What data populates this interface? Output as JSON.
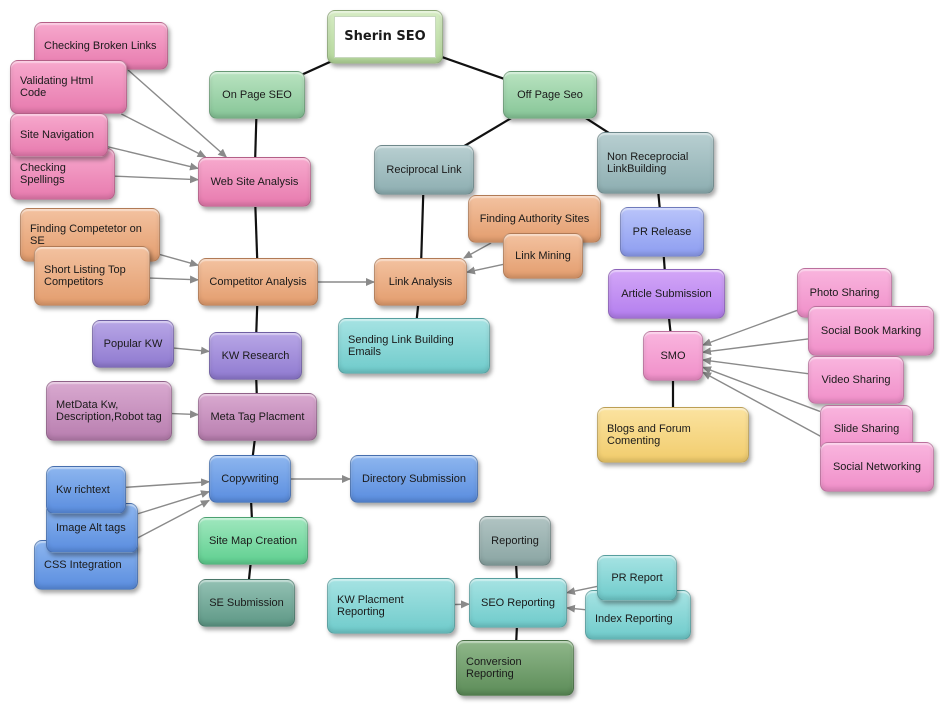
{
  "diagram": {
    "root": "Sherin SEO",
    "nodes": {
      "on_page_seo": "On Page SEO",
      "off_page_seo": "Off Page Seo",
      "checking_broken_links": "Checking Broken Links",
      "validating_html_code": "Validating Html Code",
      "site_navigation": "Site Navigation",
      "checking_spellings": "Checking Spellings",
      "web_site_analysis": "Web Site Analysis",
      "finding_competitor_on_se": "Finding Competetor on SE",
      "short_listing_top_competitors": "Short Listing Top Competitors",
      "competitor_analysis": "Competitor Analysis",
      "popular_kw": "Popular KW",
      "kw_research": "KW Research",
      "metadata_kw": "MetData Kw, Description,Robot tag",
      "meta_tag_placement": "Meta Tag Placment",
      "kw_richtext": "Kw richtext",
      "image_alt_tags": "Image Alt tags",
      "css_integration": "CSS Integration",
      "copywriting": "Copywriting",
      "directory_submission": "Directory Submission",
      "site_map_creation": "Site Map Creation",
      "se_submission": "SE Submission",
      "reciprocal_link": "Reciprocal Link",
      "finding_authority_sites": "Finding Authority Sites",
      "link_mining": "Link Mining",
      "link_analysis": "Link Analysis",
      "sending_link_building_emails": "Sending Link Building Emails",
      "non_reciprocal_linkbuilding": "Non Receprocial LinkBuilding",
      "pr_release": "PR Release",
      "article_submission": "Article Submission",
      "smo": "SMO",
      "blogs_forum": "Blogs and Forum Comenting",
      "photo_sharing": "Photo Sharing",
      "social_book_marking": "Social Book Marking",
      "video_sharing": "Video Sharing",
      "slide_sharing": "Slide Sharing",
      "social_networking": "Social Networking",
      "reporting": "Reporting",
      "seo_reporting": "SEO Reporting",
      "kw_placement_reporting": "KW Placment Reporting",
      "pr_report": "PR Report",
      "index_reporting": "Index Reporting",
      "conversion_reporting": "Conversion Reporting"
    },
    "edges": [
      {
        "from": "root",
        "to": "on_page_seo",
        "arrow": false
      },
      {
        "from": "root",
        "to": "off_page_seo",
        "arrow": false
      },
      {
        "from": "on_page_seo",
        "to": "web_site_analysis",
        "arrow": false
      },
      {
        "from": "web_site_analysis",
        "to": "competitor_analysis",
        "arrow": false
      },
      {
        "from": "competitor_analysis",
        "to": "kw_research",
        "arrow": false
      },
      {
        "from": "kw_research",
        "to": "meta_tag_placement",
        "arrow": false
      },
      {
        "from": "meta_tag_placement",
        "to": "copywriting",
        "arrow": false
      },
      {
        "from": "copywriting",
        "to": "site_map_creation",
        "arrow": false
      },
      {
        "from": "site_map_creation",
        "to": "se_submission",
        "arrow": false
      },
      {
        "from": "checking_broken_links",
        "to": "web_site_analysis",
        "arrow": true
      },
      {
        "from": "validating_html_code",
        "to": "web_site_analysis",
        "arrow": true
      },
      {
        "from": "site_navigation",
        "to": "web_site_analysis",
        "arrow": true
      },
      {
        "from": "checking_spellings",
        "to": "web_site_analysis",
        "arrow": true
      },
      {
        "from": "finding_competitor_on_se",
        "to": "competitor_analysis",
        "arrow": true
      },
      {
        "from": "short_listing_top_competitors",
        "to": "competitor_analysis",
        "arrow": true
      },
      {
        "from": "competitor_analysis",
        "to": "link_analysis",
        "arrow": true
      },
      {
        "from": "popular_kw",
        "to": "kw_research",
        "arrow": true
      },
      {
        "from": "metadata_kw",
        "to": "meta_tag_placement",
        "arrow": true
      },
      {
        "from": "kw_richtext",
        "to": "copywriting",
        "arrow": true
      },
      {
        "from": "image_alt_tags",
        "to": "copywriting",
        "arrow": true
      },
      {
        "from": "css_integration",
        "to": "copywriting",
        "arrow": true
      },
      {
        "from": "copywriting",
        "to": "directory_submission",
        "arrow": true
      },
      {
        "from": "off_page_seo",
        "to": "reciprocal_link",
        "arrow": false
      },
      {
        "from": "off_page_seo",
        "to": "non_reciprocal_linkbuilding",
        "arrow": false
      },
      {
        "from": "reciprocal_link",
        "to": "link_analysis",
        "arrow": false
      },
      {
        "from": "finding_authority_sites",
        "to": "link_analysis",
        "arrow": true
      },
      {
        "from": "link_mining",
        "to": "link_analysis",
        "arrow": true
      },
      {
        "from": "link_analysis",
        "to": "sending_link_building_emails",
        "arrow": false
      },
      {
        "from": "non_reciprocal_linkbuilding",
        "to": "pr_release",
        "arrow": false
      },
      {
        "from": "pr_release",
        "to": "article_submission",
        "arrow": false
      },
      {
        "from": "article_submission",
        "to": "smo",
        "arrow": false
      },
      {
        "from": "smo",
        "to": "blogs_forum",
        "arrow": false
      },
      {
        "from": "photo_sharing",
        "to": "smo",
        "arrow": true
      },
      {
        "from": "social_book_marking",
        "to": "smo",
        "arrow": true
      },
      {
        "from": "video_sharing",
        "to": "smo",
        "arrow": true
      },
      {
        "from": "slide_sharing",
        "to": "smo",
        "arrow": true
      },
      {
        "from": "social_networking",
        "to": "smo",
        "arrow": true
      },
      {
        "from": "reporting",
        "to": "seo_reporting",
        "arrow": false
      },
      {
        "from": "seo_reporting",
        "to": "conversion_reporting",
        "arrow": false
      },
      {
        "from": "kw_placement_reporting",
        "to": "seo_reporting",
        "arrow": true
      },
      {
        "from": "pr_report",
        "to": "seo_reporting",
        "arrow": true
      },
      {
        "from": "index_reporting",
        "to": "seo_reporting",
        "arrow": true
      }
    ]
  }
}
